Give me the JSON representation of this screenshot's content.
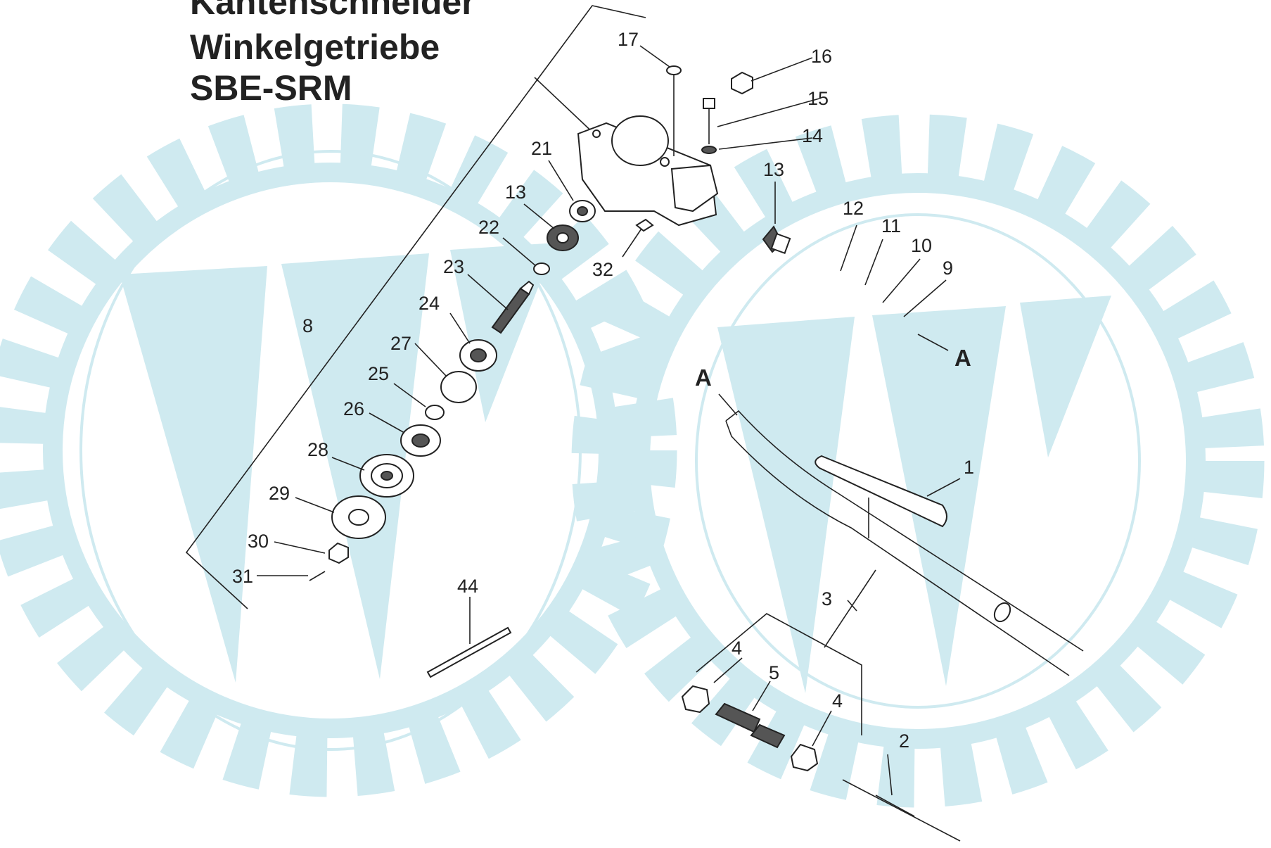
{
  "title": {
    "line1": "Kantenschneider",
    "line2": "Winkelgetriebe",
    "line3": "SBE-SRM"
  },
  "watermark": {
    "color": "#cfeaf0",
    "icon": "gear-w-logo-watermark"
  },
  "callouts": {
    "c1": "1",
    "c2": "2",
    "c3": "3",
    "c4a": "4",
    "c4b": "4",
    "c5": "5",
    "c8": "8",
    "c9": "9",
    "c10": "10",
    "c11": "11",
    "c12": "12",
    "c13a": "13",
    "c13b": "13",
    "c14": "14",
    "c15": "15",
    "c16": "16",
    "c17": "17",
    "c21": "21",
    "c22": "22",
    "c23": "23",
    "c24": "24",
    "c25": "25",
    "c26": "26",
    "c27": "27",
    "c28": "28",
    "c29": "29",
    "c30": "30",
    "c31": "31",
    "c32": "32",
    "c44": "44"
  },
  "section_marks": {
    "a_left": "A",
    "a_right": "A"
  }
}
